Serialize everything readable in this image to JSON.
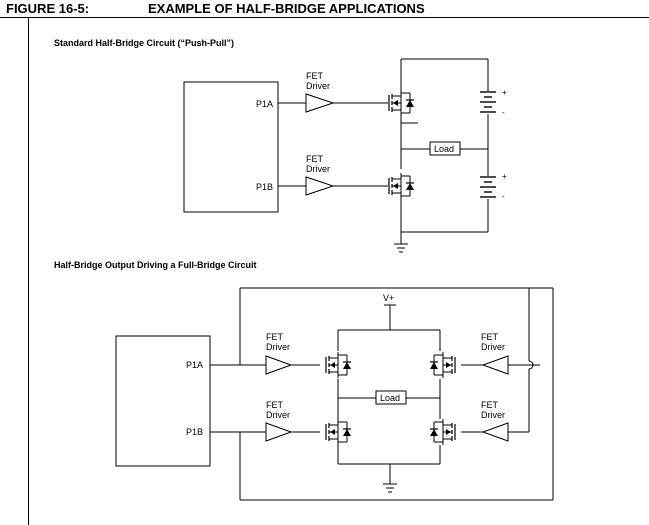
{
  "figure": {
    "label": "FIGURE 16-5:",
    "title": "EXAMPLE OF HALF-BRIDGE APPLICATIONS"
  },
  "circuit1": {
    "title": "Standard Half-Bridge Circuit (“Push-Pull”)",
    "pin_a": "P1A",
    "pin_b": "P1B",
    "driver_word1": "FET",
    "driver_word2": "Driver",
    "load": "Load",
    "plus": "+",
    "minus": "-"
  },
  "circuit2": {
    "title": "Half-Bridge Output Driving a Full-Bridge Circuit",
    "pin_a": "P1A",
    "pin_b": "P1B",
    "driver_word1": "FET",
    "driver_word2": "Driver",
    "load": "Load",
    "supply": "V+"
  }
}
